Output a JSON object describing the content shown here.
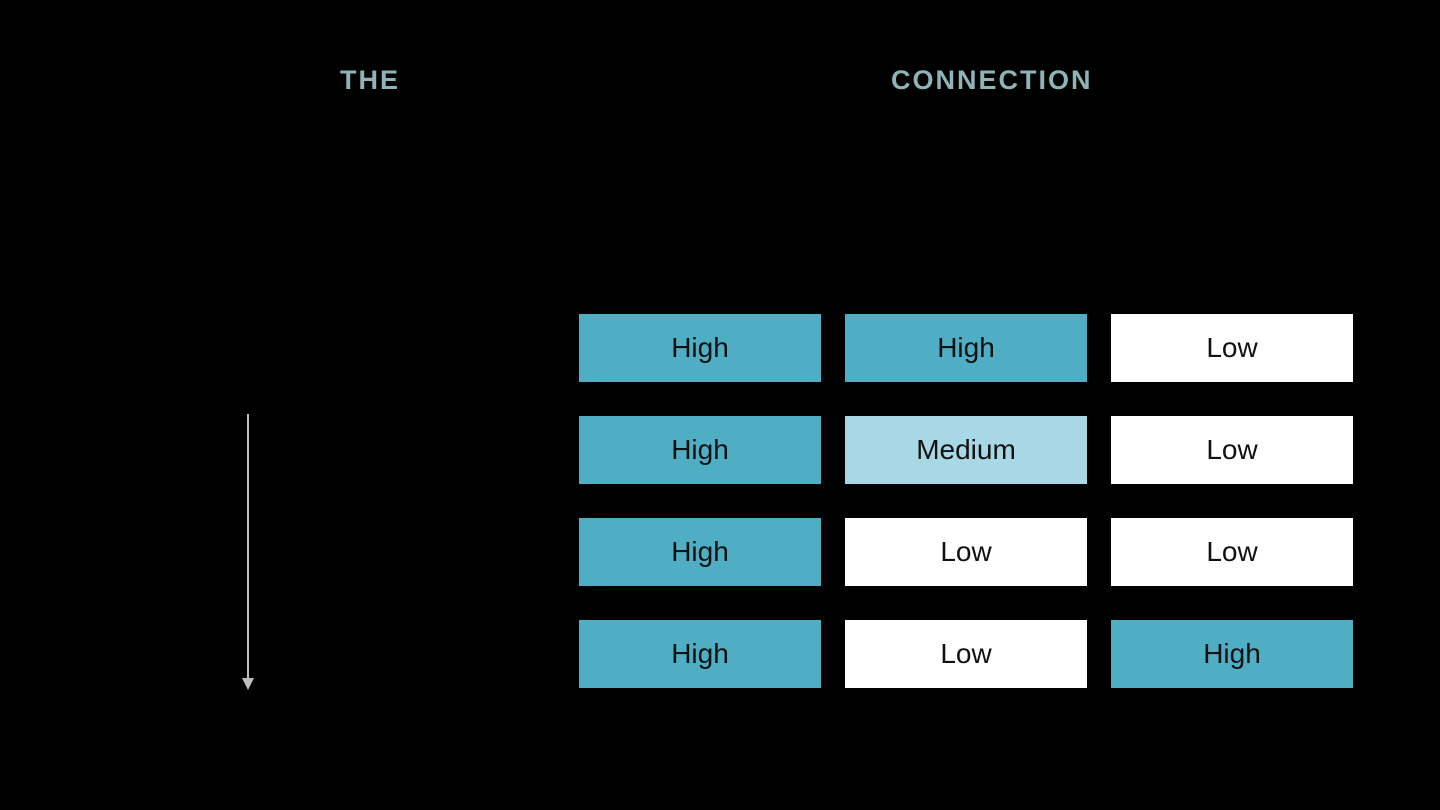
{
  "headings": {
    "left": "THE",
    "right": "CONNECTION"
  },
  "colors": {
    "background": "#000000",
    "heading": "#8fb3b6",
    "High": "#50aec4",
    "Medium": "#a8d8e5",
    "Low": "#ffffff",
    "arrow": "#bdbdbd"
  },
  "arrow_icon": "arrow-down-icon",
  "grid": {
    "rows": [
      [
        "High",
        "High",
        "Low"
      ],
      [
        "High",
        "Medium",
        "Low"
      ],
      [
        "High",
        "Low",
        "Low"
      ],
      [
        "High",
        "Low",
        "High"
      ]
    ]
  }
}
